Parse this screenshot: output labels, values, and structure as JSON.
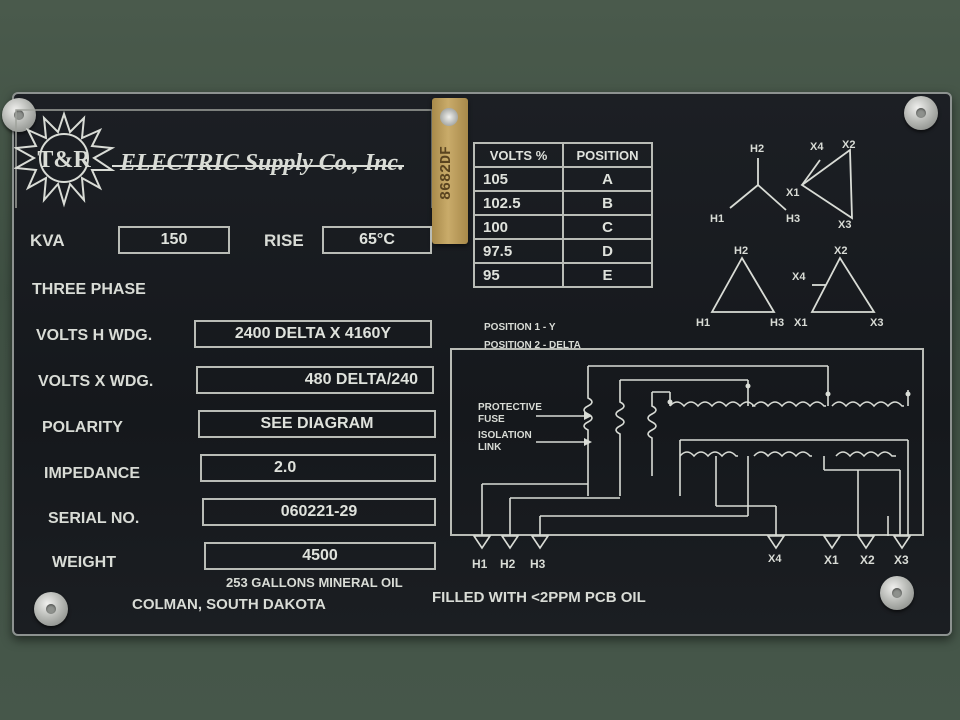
{
  "brand": {
    "logo_letters": "T&R",
    "name": "ELECTRIC Supply Co., Inc."
  },
  "tag_number": "8682DF",
  "fields": {
    "kva_label": "KVA",
    "kva_value": "150",
    "rise_label": "RISE",
    "rise_value": "65°C",
    "phase_label": "THREE PHASE",
    "volts_h_label": "VOLTS H WDG.",
    "volts_h_value": "2400 DELTA X 4160Y",
    "volts_x_label": "VOLTS X WDG.",
    "volts_x_value": "480 DELTA/240",
    "polarity_label": "POLARITY",
    "polarity_value": "SEE DIAGRAM",
    "impedance_label": "IMPEDANCE",
    "impedance_value": "2.0",
    "serial_label": "SERIAL NO.",
    "serial_value": "060221-29",
    "weight_label": "WEIGHT",
    "weight_value": "4500"
  },
  "oil_note": "253 GALLONS MINERAL OIL",
  "location": "COLMAN, SOUTH DAKOTA",
  "pcb_note": "FILLED WITH <2PPM PCB OIL",
  "volts_table": {
    "headers": [
      "VOLTS %",
      "POSITION"
    ],
    "rows": [
      {
        "volts": "105",
        "position": "A"
      },
      {
        "volts": "102.5",
        "position": "B"
      },
      {
        "volts": "100",
        "position": "C"
      },
      {
        "volts": "97.5",
        "position": "D"
      },
      {
        "volts": "95",
        "position": "E"
      }
    ]
  },
  "positions": {
    "pos1": "POSITION 1 - Y",
    "pos2": "POSITION 2 - DELTA"
  },
  "diagram": {
    "protective": "PROTECTIVE",
    "fuse": "FUSE",
    "isolation": "ISOLATION",
    "link": "LINK",
    "h_terminals": [
      "H1",
      "H2",
      "H3"
    ],
    "x_terminals": [
      "X4",
      "X1",
      "X2",
      "X3"
    ]
  },
  "vector": {
    "top_h": {
      "h1": "H1",
      "h2": "H2",
      "h3": "H3"
    },
    "top_x": {
      "x1": "X1",
      "x2": "X2",
      "x3": "X3",
      "x4": "X4"
    },
    "bottom_h": {
      "h1": "H1",
      "h2": "H2",
      "h3": "H3"
    },
    "bottom_x": {
      "x1": "X1",
      "x2": "X2",
      "x3": "X3",
      "x4": "X4"
    }
  },
  "colors": {
    "background": "#435446",
    "plate": "#181b1f",
    "text": "#d9dcd6",
    "tag": "#c2a462"
  }
}
